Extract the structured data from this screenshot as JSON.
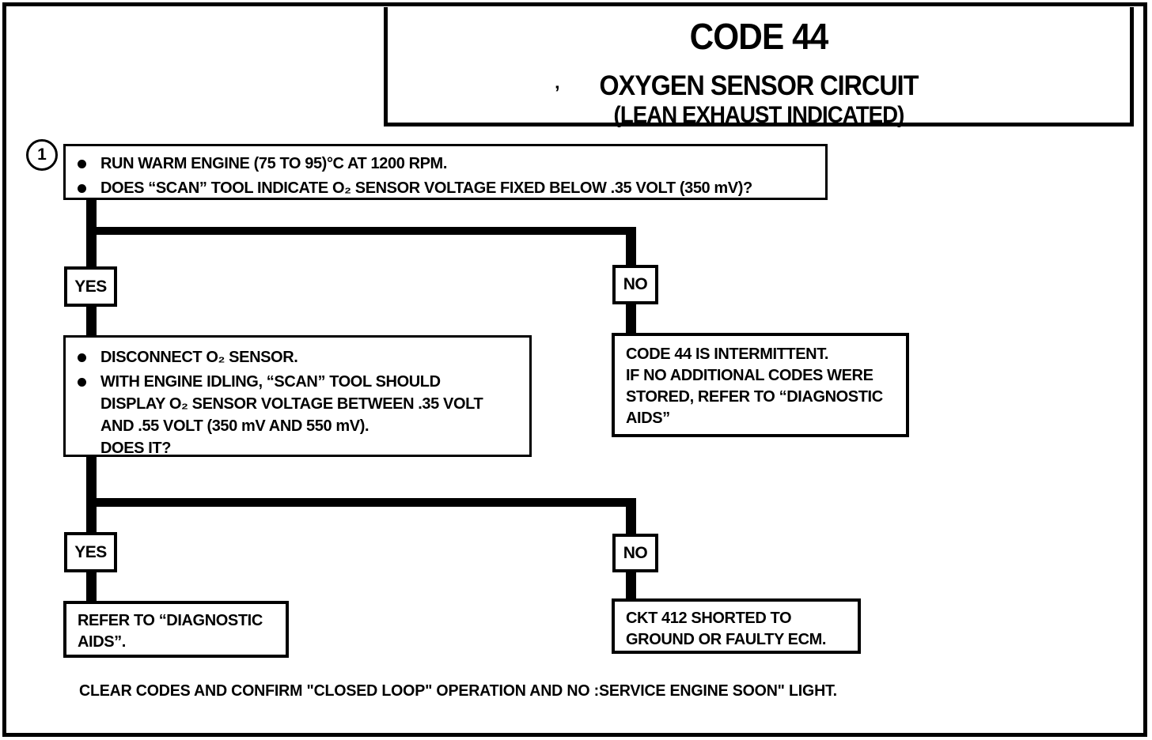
{
  "title": {
    "code": "CODE 44",
    "subtitle": "OXYGEN SENSOR CIRCUIT",
    "qualifier": "(LEAN EXHAUST INDICATED)",
    "tick_mark": "’"
  },
  "step_marker": "1",
  "flow": {
    "start_box": {
      "bullets": [
        "RUN WARM ENGINE  (75 TO 95)°C AT 1200 RPM.",
        "DOES “SCAN” TOOL INDICATE O₂ SENSOR VOLTAGE FIXED BELOW .35 VOLT (350 mV)?"
      ]
    },
    "branch1": {
      "yes_label": "YES",
      "no_label": "NO"
    },
    "test_box": {
      "bullets": [
        "DISCONNECT O₂ SENSOR.",
        "WITH ENGINE IDLING, “SCAN” TOOL SHOULD\nDISPLAY O₂ SENSOR VOLTAGE BETWEEN .35 VOLT\nAND .55 VOLT (350 mV AND 550 mV).\nDOES IT?"
      ]
    },
    "intermittent_box": {
      "text": "CODE 44 IS INTERMITTENT.\nIF NO ADDITIONAL CODES WERE\nSTORED, REFER TO  “DIAGNOSTIC\nAIDS”"
    },
    "branch2": {
      "yes_label": "YES",
      "no_label": "NO"
    },
    "refer_box": {
      "text": "REFER TO  “DIAGNOSTIC\nAIDS”."
    },
    "ckt_box": {
      "text": "CKT  412  SHORTED TO\nGROUND OR FAULTY ECM."
    }
  },
  "footer": {
    "note": "CLEAR CODES AND CONFIRM \"CLOSED LOOP\"  OPERATION AND NO :SERVICE  ENGINE SOON\" LIGHT."
  }
}
